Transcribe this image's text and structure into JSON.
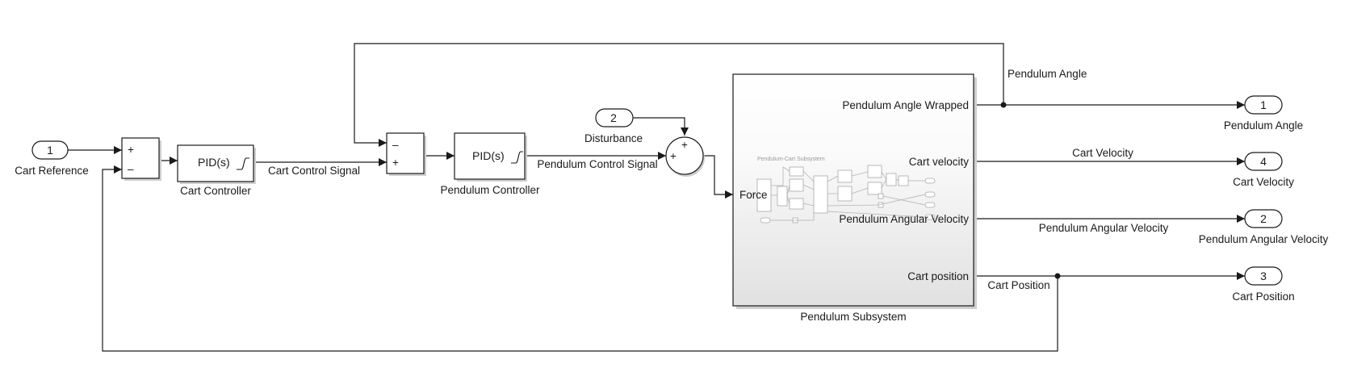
{
  "inports": {
    "cart_reference": {
      "number": "1",
      "label": "Cart Reference"
    },
    "disturbance": {
      "number": "2",
      "label": "Disturbance"
    }
  },
  "sum1": {
    "sign_top": "+",
    "sign_bottom": "–"
  },
  "sum2": {
    "sign_top": "–",
    "sign_bottom": "+"
  },
  "sum3": {
    "sign_top": "+",
    "sign_left": "+"
  },
  "cart_controller": {
    "block_text": "PID(s)",
    "name": "Cart Controller"
  },
  "pendulum_controller": {
    "block_text": "PID(s)",
    "name": "Pendulum Controller"
  },
  "signals": {
    "cart_control": "Cart Control Signal",
    "pendulum_control": "Pendulum Control Signal",
    "pendulum_angle": "Pendulum Angle",
    "cart_velocity": "Cart Velocity",
    "pendulum_angular_velocity": "Pendulum Angular Velocity",
    "cart_position": "Cart Position"
  },
  "subsystem": {
    "name": "Pendulum Subsystem",
    "input_port": "Force",
    "output_ports": {
      "angle_wrapped": "Pendulum Angle Wrapped",
      "cart_velocity": "Cart velocity",
      "angular_velocity": "Pendulum Angular Velocity",
      "cart_position": "Cart position"
    },
    "thumbnail_title": "Pendulum-Cart Subsystem"
  },
  "outports": {
    "pendulum_angle": {
      "number": "1",
      "label": "Pendulum Angle"
    },
    "cart_velocity": {
      "number": "4",
      "label": "Cart Velocity"
    },
    "pendulum_angular_velocity": {
      "number": "2",
      "label": "Pendulum Angular Velocity"
    },
    "cart_position": {
      "number": "3",
      "label": "Cart Position"
    }
  },
  "colors": {
    "line": "#1a1a1a",
    "block_fill": "#ffffff",
    "subsystem_gradient_top": "#ffffff",
    "subsystem_gradient_bottom": "#e1e1e1"
  }
}
